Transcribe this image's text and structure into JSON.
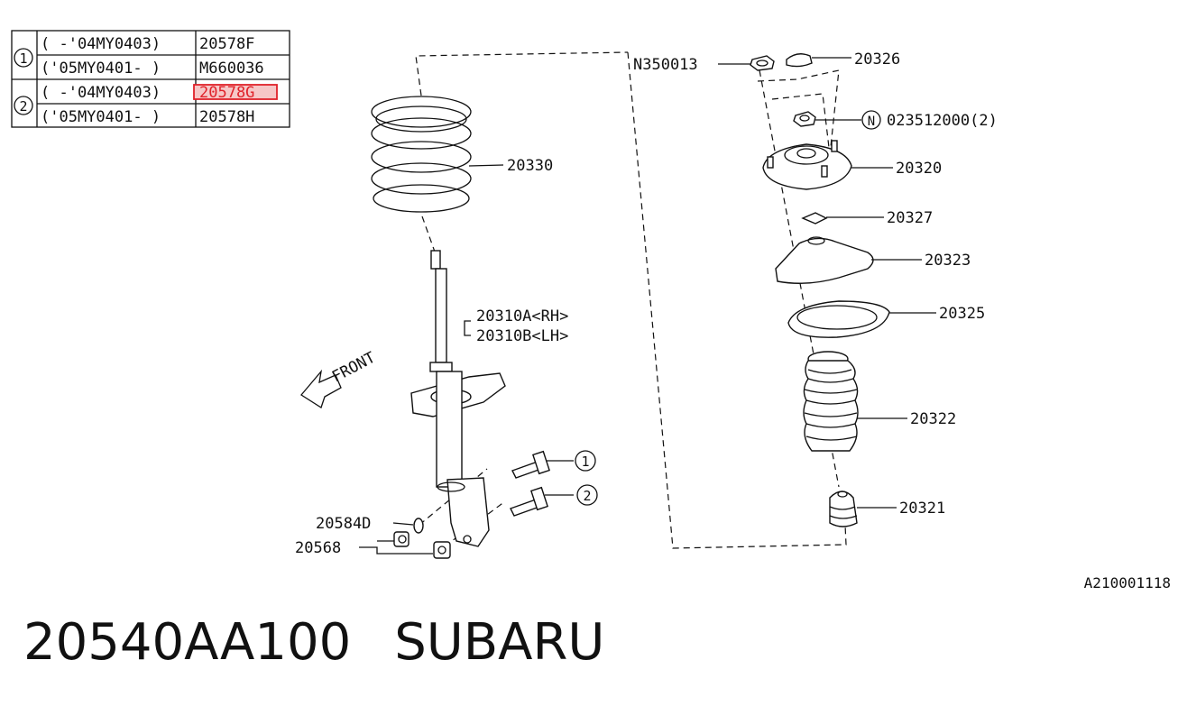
{
  "table": {
    "groups": [
      {
        "marker": "1",
        "rows": [
          {
            "period": "( -'04MY0403)",
            "part": "20578F",
            "highlighted": false
          },
          {
            "period": "('05MY0401- )",
            "part": "M660036",
            "highlighted": false
          }
        ]
      },
      {
        "marker": "2",
        "rows": [
          {
            "period": "( -'04MY0403)",
            "part": "20578G",
            "highlighted": true
          },
          {
            "period": "('05MY0401- )",
            "part": "20578H",
            "highlighted": false
          }
        ]
      }
    ]
  },
  "labels": {
    "spring": "20330",
    "strut_rh": "20310A<RH>",
    "strut_lh": "20310B<LH>",
    "front": "FRONT",
    "washer": "20584D",
    "nut": "20568",
    "callout_1": "1",
    "callout_2": "2",
    "top_nut": "N350013",
    "cap": "20326",
    "n_marker": "N",
    "mount_nut": "023512000(2)",
    "mount": "20320",
    "thrust_washer": "20327",
    "spring_seat": "20323",
    "rubber_seat": "20325",
    "dust_boot": "20322",
    "bump_stop": "20321",
    "drawing_code": "A210001118"
  },
  "caption": {
    "part_number": "20540AA100",
    "brand": "SUBARU"
  },
  "colors": {
    "line": "#111111",
    "highlight_border": "#e0222a",
    "highlight_fill": "#f6c7c7"
  }
}
